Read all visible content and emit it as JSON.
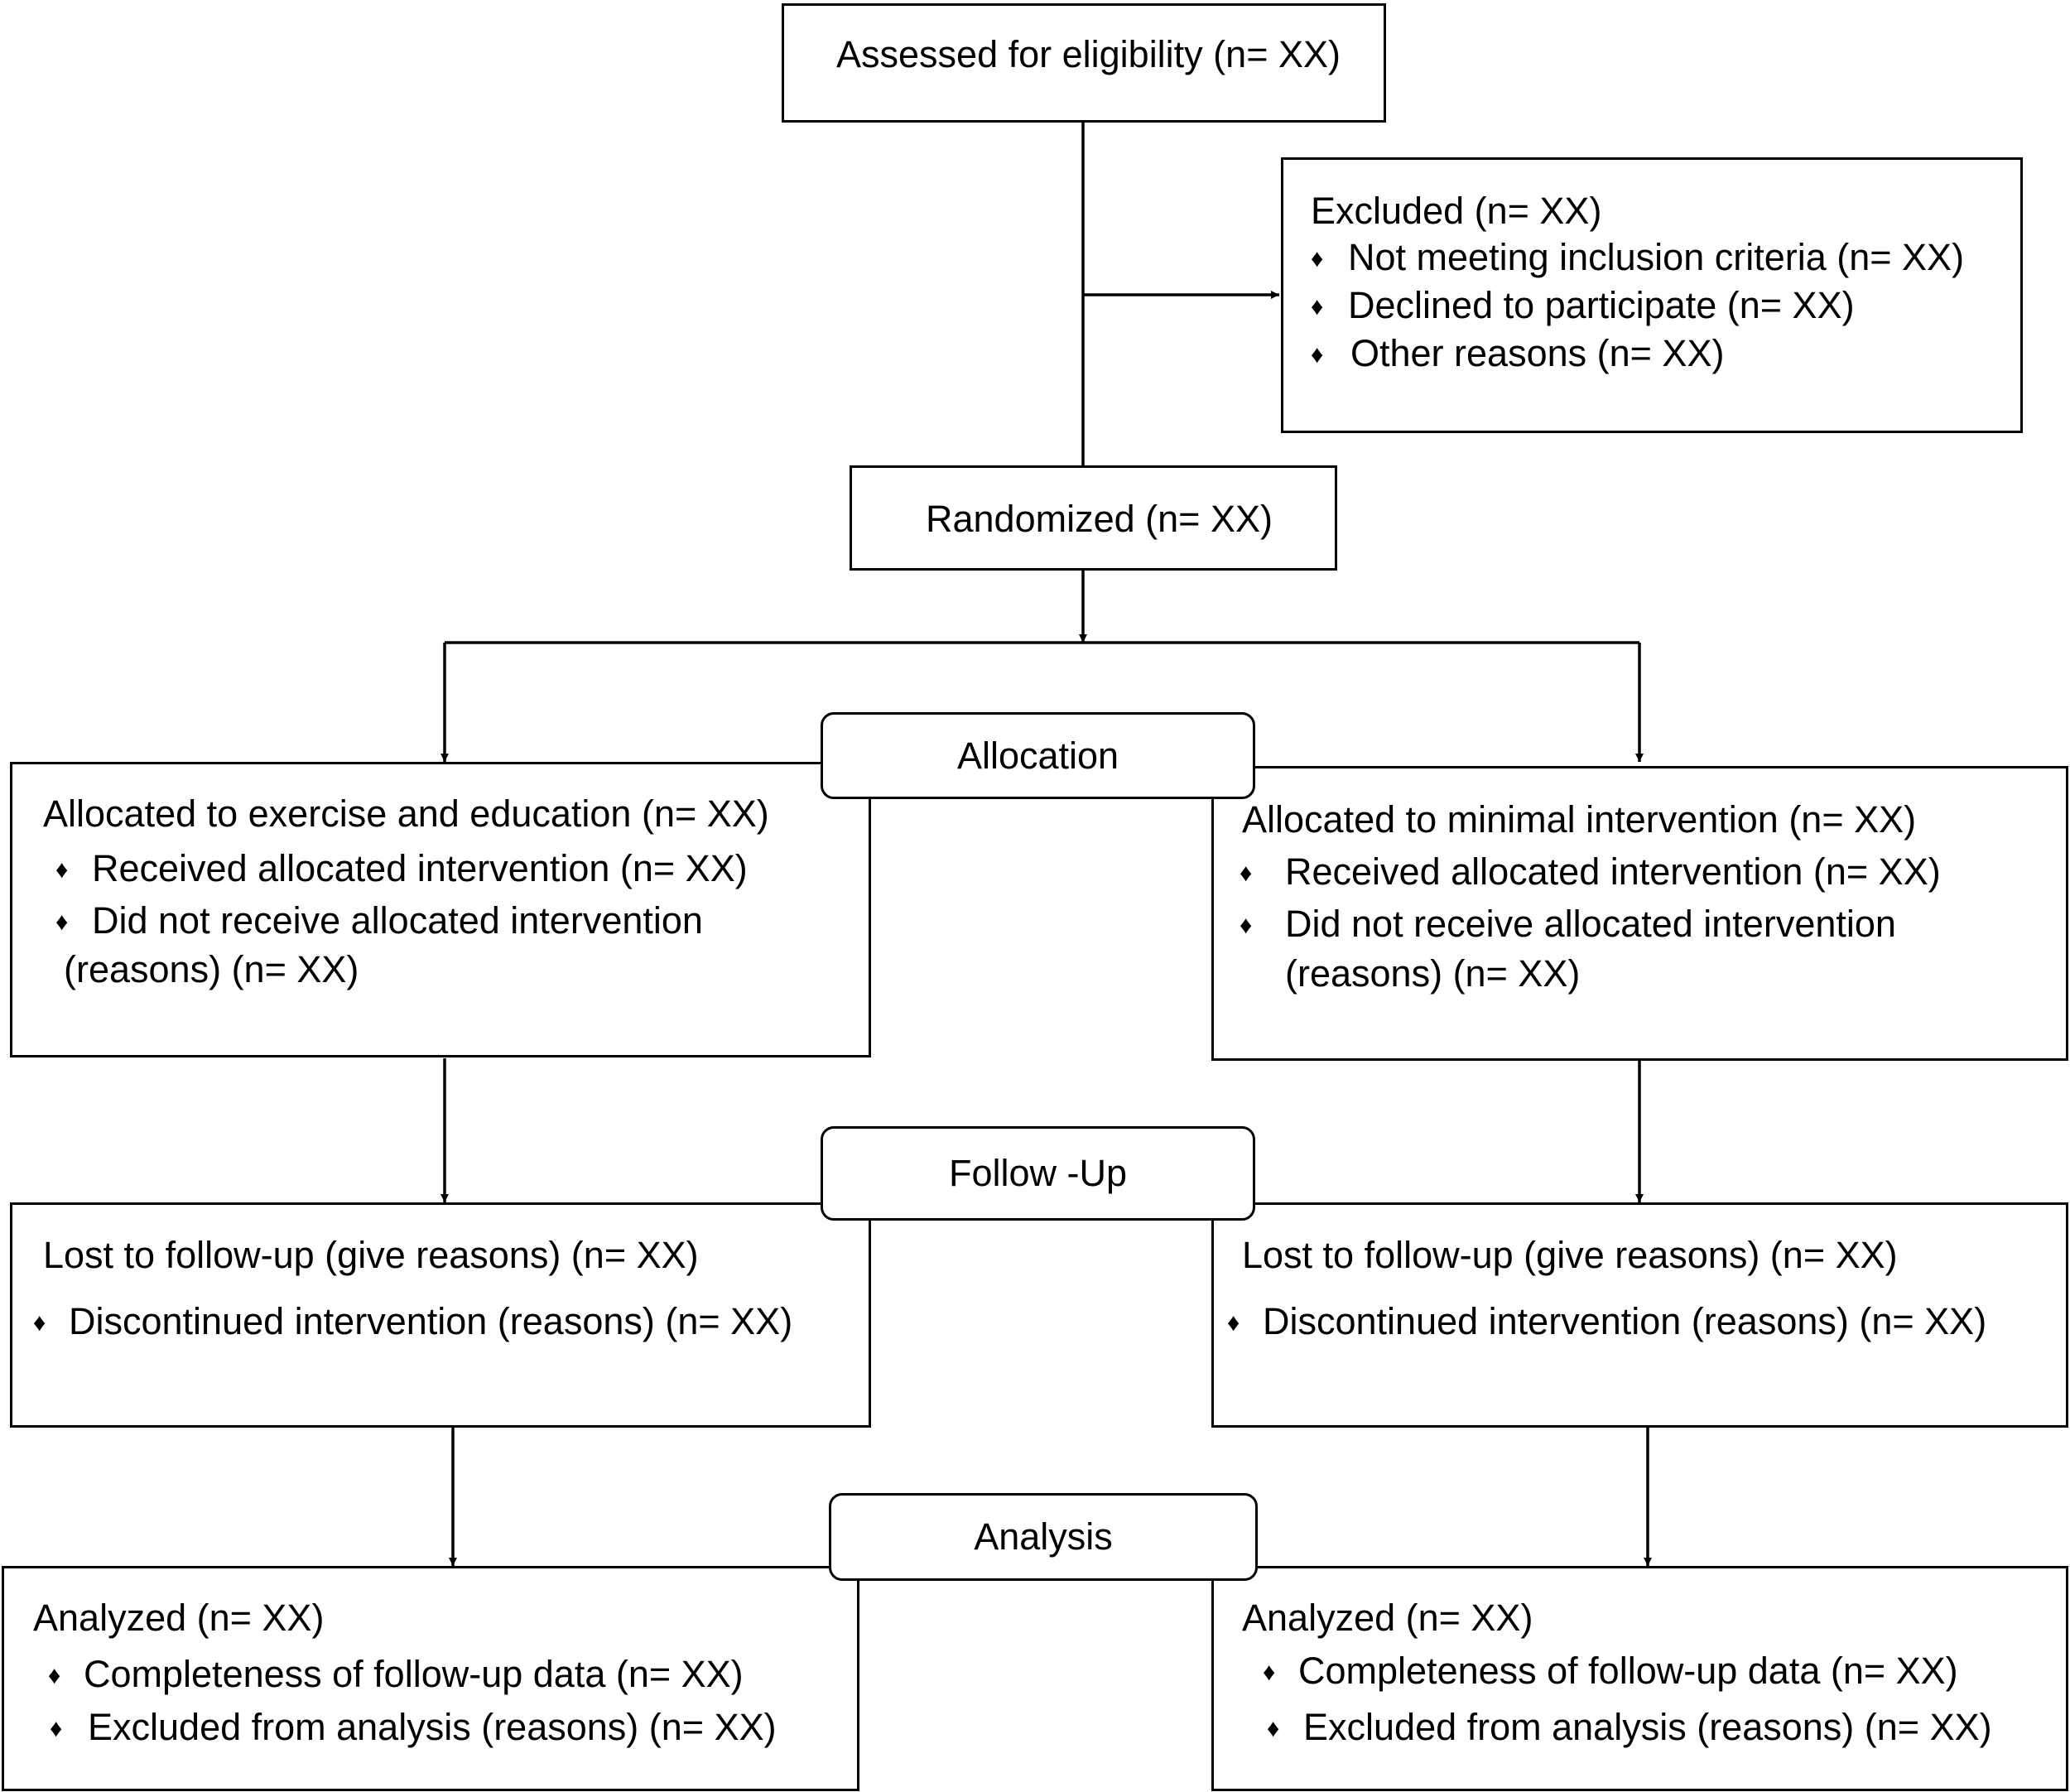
{
  "assessed": {
    "text": "Assessed for eligibility (n= XX)"
  },
  "excluded": {
    "title": "Excluded (n= XX)",
    "items": [
      "Not meeting inclusion criteria (n= XX)",
      "Declined to participate (n= XX)",
      "Other reasons (n= XX)"
    ]
  },
  "randomized": {
    "text": "Randomized (n= XX)"
  },
  "stages": {
    "allocation": "Allocation",
    "follow_up": "Follow -Up",
    "analysis": "Analysis"
  },
  "bullet_glyph": "♦",
  "left": {
    "allocated": {
      "title": "Allocated to exercise and education (n= XX)",
      "item1": "Received allocated intervention (n= XX)",
      "item2_line1": "Did not receive allocated intervention",
      "item2_line2": "(reasons) (n= XX)"
    },
    "follow_up": {
      "title": "Lost to follow-up (give reasons) (n= XX)",
      "item1": "Discontinued intervention (reasons) (n= XX)"
    },
    "analysis": {
      "title": "Analyzed (n= XX)",
      "item1": "Completeness of follow-up data (n= XX)",
      "item2": "Excluded from analysis (reasons) (n= XX)"
    }
  },
  "right": {
    "allocated": {
      "title": "Allocated to minimal intervention (n= XX)",
      "item1": "Received allocated intervention (n= XX)",
      "item2_line1": "Did not receive allocated intervention",
      "item2_line2": "(reasons) (n= XX)"
    },
    "follow_up": {
      "title": "Lost to follow-up (give reasons) (n= XX)",
      "item1": "Discontinued intervention (reasons) (n= XX)"
    },
    "analysis": {
      "title": "Analyzed (n= XX)",
      "item1": "Completeness of follow-up data (n= XX)",
      "item2": "Excluded from analysis (reasons) (n= XX)"
    }
  }
}
